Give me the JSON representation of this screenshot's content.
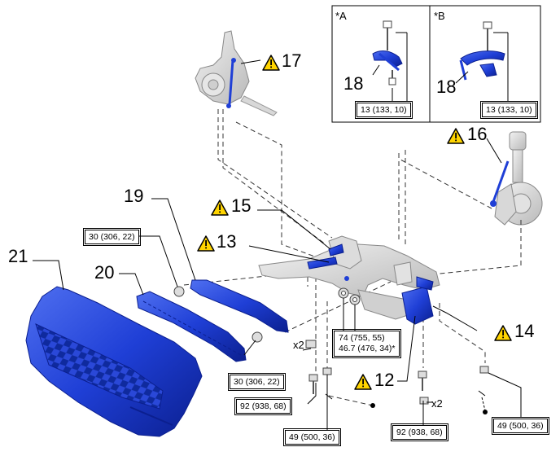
{
  "insets": {
    "a": {
      "label": "*A",
      "part": "18",
      "torque": "13 (133, 10)"
    },
    "b": {
      "label": "*B",
      "part": "18",
      "torque": "13 (133, 10)"
    }
  },
  "callouts": {
    "n12": "12",
    "n13": "13",
    "n14": "14",
    "n15": "15",
    "n16": "16",
    "n17": "17",
    "n19": "19",
    "n20": "20",
    "n21": "21"
  },
  "torques": {
    "t30_top": "30 (306, 22)",
    "t30_bottom": "30 (306, 22)",
    "t74_line1": "74 (755, 55)",
    "t74_line2": "46.7 (476, 34)*",
    "t92_left": "92 (938, 68)",
    "t92_right": "92 (938, 68)",
    "t49_left": "49 (500, 36)",
    "t49_right": "49 (500, 36)"
  },
  "multipliers": {
    "x2_left": "x2",
    "x2_right": "x2"
  },
  "colors": {
    "part_blue": "#1f3fd6",
    "part_blue_dark": "#0b1f8f",
    "grey": "#c8c8c8",
    "warning_yellow": "#ffd400"
  }
}
